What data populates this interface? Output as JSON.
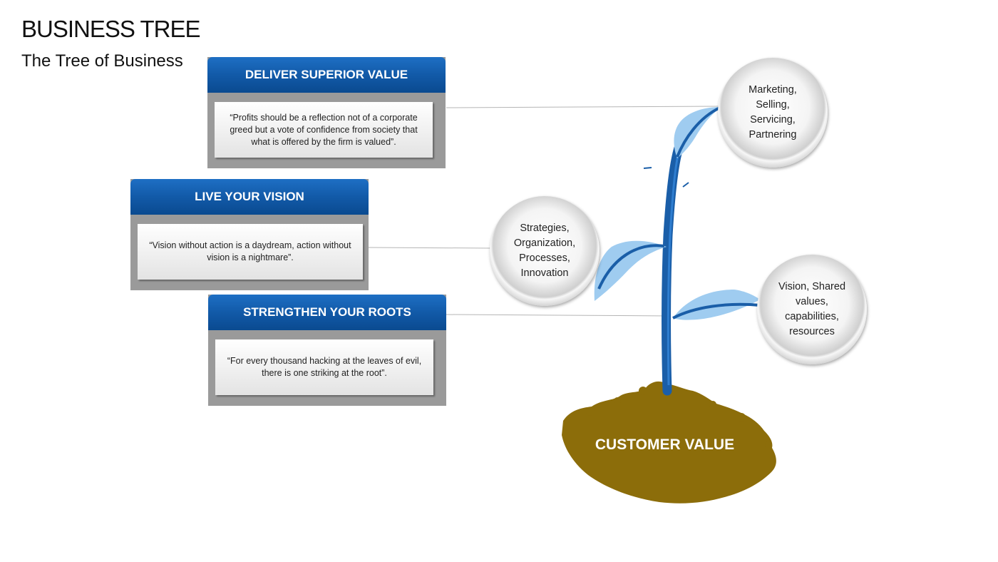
{
  "header": {
    "title": "BUSINESS TREE",
    "subtitle": "The Tree of Business"
  },
  "cards": [
    {
      "heading": "DELIVER SUPERIOR VALUE",
      "quote": "“Profits should be a reflection not of a corporate greed but a vote of confidence from society that what is offered by the firm is valued”."
    },
    {
      "heading": "LIVE YOUR VISION",
      "quote": "“Vision without action is a daydream, action without vision is a nightmare”."
    },
    {
      "heading": "STRENGTHEN YOUR ROOTS",
      "quote": "“For every thousand hacking at the leaves of evil, there is one striking at the root”."
    }
  ],
  "circles": [
    {
      "text": "Marketing,\nSelling,\nServicing,\nPartnering"
    },
    {
      "text": "Strategies,\nOrganization,\nProcesses,\nInnovation"
    },
    {
      "text": "Vision, Shared\nvalues,\ncapabilities,\nresources"
    }
  ],
  "soil": {
    "label": "CUSTOMER VALUE"
  },
  "colors": {
    "header_blue": "#125aa8",
    "stem_blue": "#1a5ea8",
    "leaf_light": "#9fccf0",
    "soil_brown": "#8c6d0a"
  }
}
